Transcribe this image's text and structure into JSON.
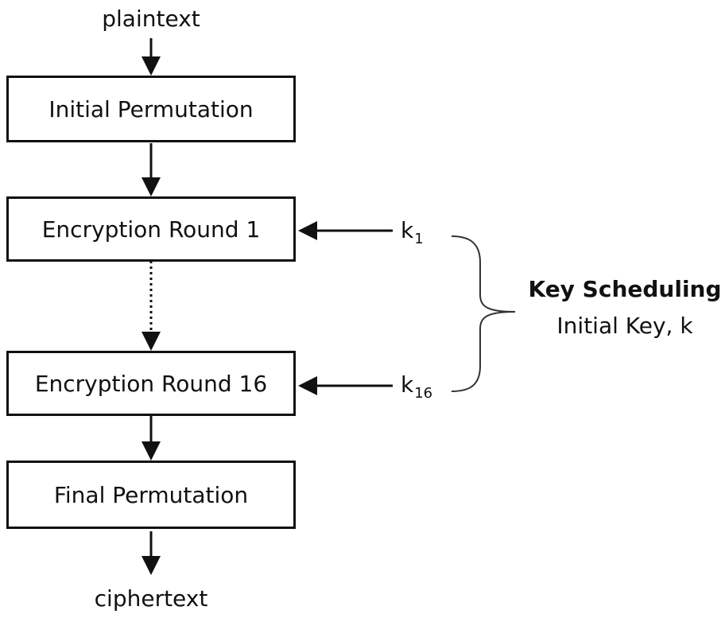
{
  "input_label": "plaintext",
  "output_label": "ciphertext",
  "steps": {
    "initial_permutation": "Initial Permutation",
    "round_first": "Encryption Round 1",
    "round_last": "Encryption Round 16",
    "final_permutation": "Final Permutation"
  },
  "subkeys": {
    "first": {
      "base": "k",
      "index": "1"
    },
    "last": {
      "base": "k",
      "index": "16"
    }
  },
  "key_schedule": {
    "title": "Key Scheduling",
    "subtitle": "Initial Key, k"
  }
}
